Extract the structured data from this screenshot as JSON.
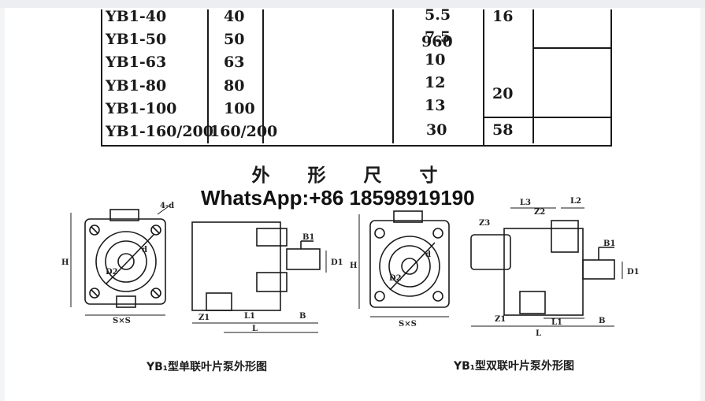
{
  "table": {
    "rows": [
      {
        "model": "YB1-40",
        "flow": "40",
        "speed": "",
        "power": "5.5",
        "pressure": "16"
      },
      {
        "model": "YB1-50",
        "flow": "50",
        "speed": "960",
        "power": "7.5",
        "pressure": ""
      },
      {
        "model": "YB1-63",
        "flow": "63",
        "speed": "",
        "power": "10",
        "pressure": ""
      },
      {
        "model": "YB1-80",
        "flow": "80",
        "speed": "",
        "power": "12",
        "pressure": "20"
      },
      {
        "model": "YB1-100",
        "flow": "100",
        "speed": "",
        "power": "13",
        "pressure": ""
      },
      {
        "model": "YB1-160/200",
        "flow": "160/200",
        "speed": "",
        "power": "30",
        "pressure": "58"
      }
    ]
  },
  "section_title": "外 形 尺 寸",
  "watermark": "WhatsApp:+86 18598919190",
  "captions": {
    "single": "YB₁型单联叶片泵外形图",
    "double": "YB₁型双联叶片泵外形图"
  },
  "dims": {
    "hole": "4-d",
    "height": "H",
    "square": "S×S",
    "d2": "D2",
    "d": "d",
    "d1": "D1",
    "b1": "B1",
    "z1": "Z1",
    "z2": "Z2",
    "z3": "Z3",
    "l": "L",
    "l1": "L1",
    "l2": "L2",
    "l3": "L3",
    "b": "B"
  }
}
